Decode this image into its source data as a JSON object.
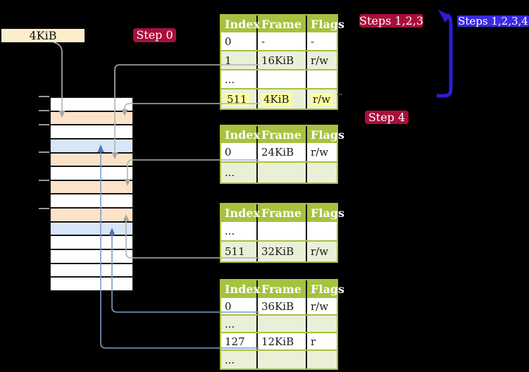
{
  "labels": {
    "page_size": "4KiB",
    "step0": "Step 0",
    "steps123": "Steps 1,2,3",
    "steps1234": "Steps 1,2,3,4",
    "step4": "Step 4"
  },
  "tables": [
    {
      "name": "level-4-page-table",
      "headers": [
        "Index",
        "Frame",
        "Flags"
      ],
      "rows": [
        {
          "cells": [
            "0",
            "-",
            "-"
          ]
        },
        {
          "cells": [
            "1",
            "16KiB",
            "r/w"
          ]
        },
        {
          "cells": [
            "...",
            "",
            ""
          ]
        },
        {
          "cells": [
            "511",
            "4KiB",
            "r/w"
          ],
          "highlight": true
        }
      ]
    },
    {
      "name": "level-3-page-table",
      "headers": [
        "Index",
        "Frame",
        "Flags"
      ],
      "rows": [
        {
          "cells": [
            "0",
            "24KiB",
            "r/w"
          ]
        },
        {
          "cells": [
            "...",
            "",
            ""
          ]
        }
      ]
    },
    {
      "name": "level-2-page-table",
      "headers": [
        "Index",
        "Frame",
        "Flags"
      ],
      "rows": [
        {
          "cells": [
            "...",
            "",
            ""
          ]
        },
        {
          "cells": [
            "511",
            "32KiB",
            "r/w"
          ]
        }
      ]
    },
    {
      "name": "level-1-page-table",
      "headers": [
        "Index",
        "Frame",
        "Flags"
      ],
      "rows": [
        {
          "cells": [
            "0",
            "36KiB",
            "r/w"
          ]
        },
        {
          "cells": [
            "...",
            "",
            ""
          ]
        },
        {
          "cells": [
            "127",
            "12KiB",
            "r"
          ]
        },
        {
          "cells": [
            "...",
            "",
            ""
          ]
        }
      ]
    }
  ],
  "colors": {
    "step_label_bg": "#a80f3b",
    "steps_blue_label_bg": "#3b2ae1",
    "big_arrow_blue": "#2b1ed2",
    "table_header_green": "#a6c23f",
    "table_row_green": "#eaf0d8",
    "highlight_yellow": "#ffff9e",
    "memory_page_table_orange": "#fce3c8",
    "memory_mapped_page_blue": "#d9e6f7",
    "connector_gray": "#b3b3b3",
    "connector_blue": "#7d9cc9",
    "size_label_cream": "#fbeecb"
  }
}
